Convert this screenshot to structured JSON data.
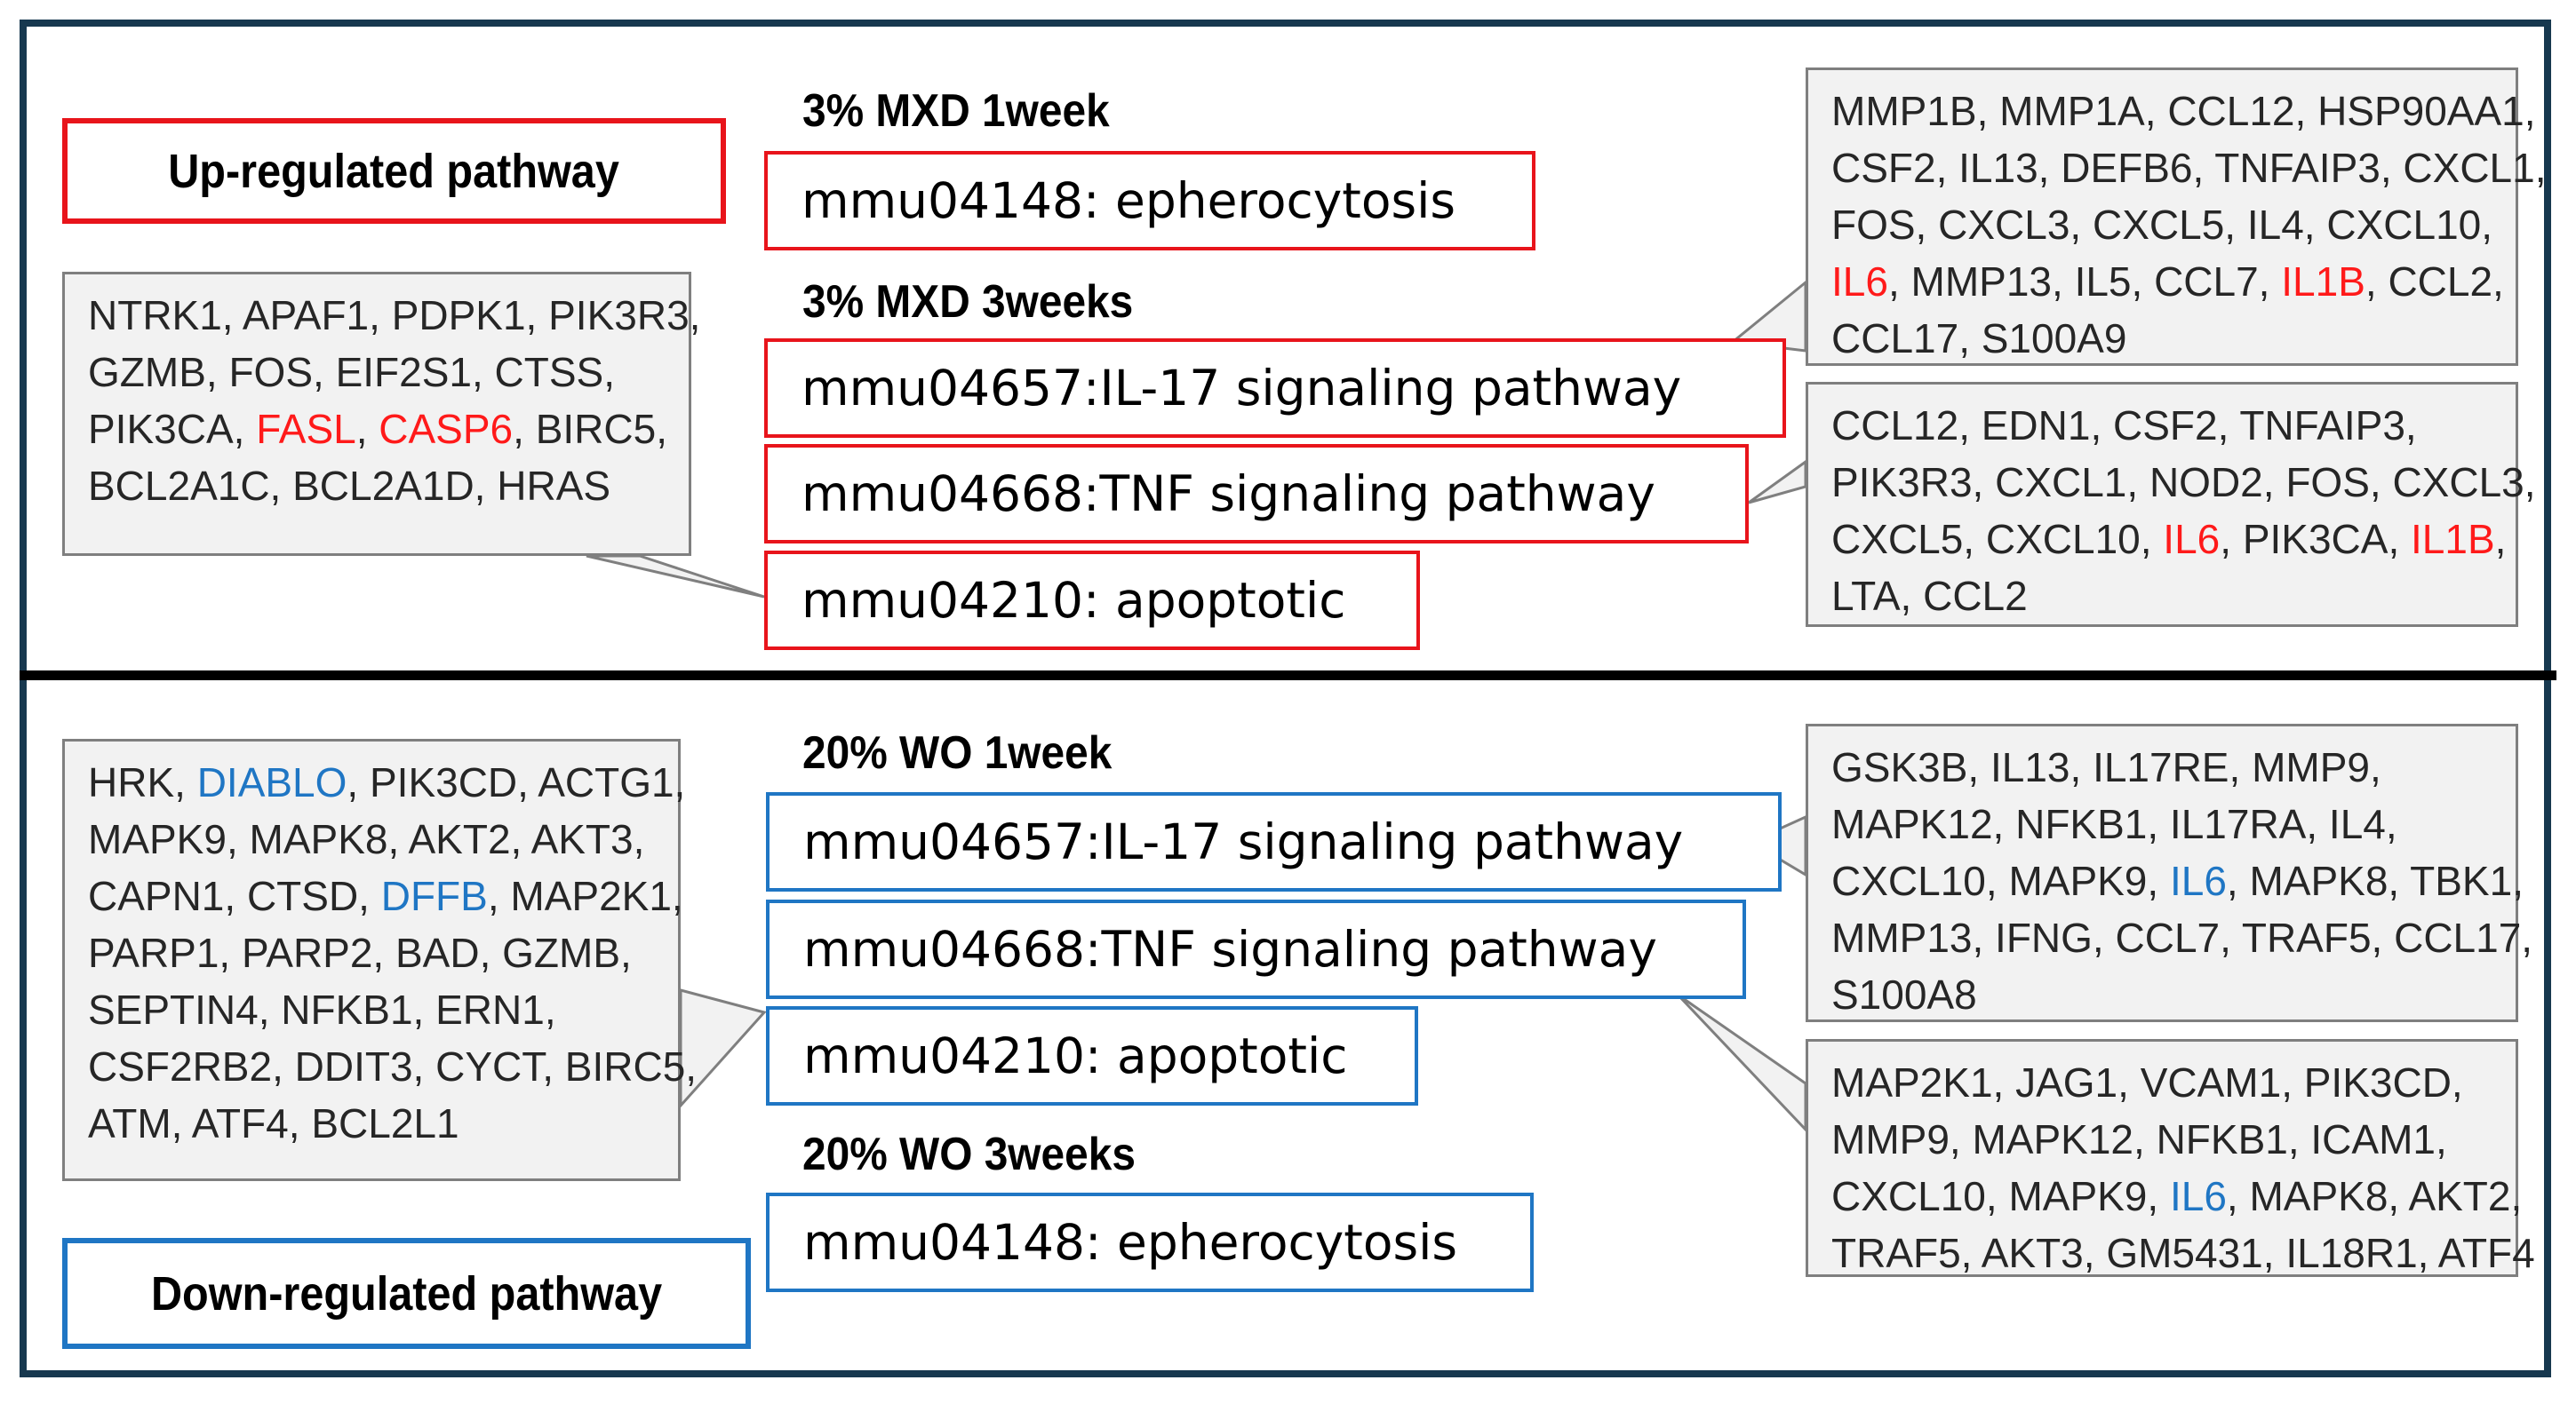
{
  "up_section": {
    "label": "Up-regulated pathway",
    "groups": [
      {
        "heading": "3% MXD 1week",
        "pathways": [
          "mmu04148: epherocytosis"
        ]
      },
      {
        "heading": "3% MXD 3weeks",
        "pathways": [
          "mmu04657:IL-17 signaling pathway",
          "mmu04668:TNF signaling pathway",
          "mmu04210: apoptotic"
        ]
      }
    ],
    "gene_lists": {
      "apoptotic": [
        [
          "NTRK1, ",
          "APAF1, ",
          "PDPK1, ",
          "PIK3R3,"
        ],
        [
          "GZMB, ",
          "FOS, ",
          "EIF2S1, ",
          "CTSS,"
        ],
        [
          "PIK3CA, ",
          "FASL",
          ", ",
          "CASP6",
          ", ",
          "BIRC5,"
        ],
        [
          "BCL2A1C, ",
          "BCL2A1D, ",
          "HRAS"
        ]
      ],
      "il17": [
        [
          "MMP1B, ",
          "MMP1A, ",
          "CCL12, ",
          "HSP90AA1,"
        ],
        [
          "CSF2, ",
          "IL13, ",
          "DEFB6, ",
          "TNFAIP3, ",
          "CXCL1,"
        ],
        [
          "FOS, ",
          "CXCL3, ",
          "CXCL5, ",
          "IL4, ",
          "CXCL10,"
        ],
        [
          "IL6",
          ", ",
          "MMP13, ",
          "IL5, ",
          "CCL7, ",
          "IL1B",
          ", ",
          "CCL2,"
        ],
        [
          "CCL17, ",
          "S100A9"
        ]
      ],
      "tnf": [
        [
          "CCL12, ",
          "EDN1, ",
          "CSF2, ",
          "TNFAIP3,"
        ],
        [
          "PIK3R3, ",
          "CXCL1, ",
          "NOD2, ",
          "FOS, ",
          "CXCL3,"
        ],
        [
          "CXCL5, ",
          "CXCL10, ",
          "IL6",
          ", ",
          "PIK3CA, ",
          "IL1B",
          ","
        ],
        [
          "LTA, ",
          "CCL2"
        ]
      ]
    }
  },
  "down_section": {
    "label": "Down-regulated pathway",
    "groups": [
      {
        "heading": "20% WO 1week",
        "pathways": [
          "mmu04657:IL-17 signaling pathway",
          "mmu04668:TNF signaling pathway",
          "mmu04210: apoptotic"
        ]
      },
      {
        "heading": "20% WO 3weeks",
        "pathways": [
          "mmu04148: epherocytosis"
        ]
      }
    ],
    "gene_lists": {
      "apoptotic": [
        [
          "HRK, ",
          "DIABLO",
          ", ",
          "PIK3CD, ",
          "ACTG1,"
        ],
        [
          "MAPK9, ",
          "MAPK8, ",
          "AKT2, ",
          "AKT3,"
        ],
        [
          "CAPN1, ",
          "CTSD, ",
          "DFFB",
          ", ",
          "MAP2K1,"
        ],
        [
          "PARP1, ",
          "PARP2, ",
          "BAD, ",
          "GZMB,"
        ],
        [
          "SEPTIN4, ",
          "NFKB1, ",
          "ERN1,"
        ],
        [
          "CSF2RB2, ",
          "DDIT3, ",
          "CYCT, ",
          "BIRC5,"
        ],
        [
          "ATM, ",
          "ATF4, ",
          "BCL2L1"
        ]
      ],
      "il17": [
        [
          "GSK3B, ",
          "IL13, ",
          "IL17RE, ",
          "MMP9,"
        ],
        [
          "MAPK12, ",
          "NFKB1, ",
          "IL17RA, ",
          "IL4,"
        ],
        [
          "CXCL10, ",
          "MAPK9, ",
          "IL6",
          ", ",
          "MAPK8, ",
          "TBK1,"
        ],
        [
          "MMP13, ",
          "IFNG, ",
          "CCL7, ",
          "TRAF5, ",
          "CCL17,"
        ],
        [
          "S100A8"
        ]
      ],
      "tnf": [
        [
          "MAP2K1, ",
          "JAG1, ",
          "VCAM1, ",
          "PIK3CD,"
        ],
        [
          "MMP9, ",
          "MAPK12, ",
          "NFKB1, ",
          "ICAM1,"
        ],
        [
          "CXCL10, ",
          "MAPK9, ",
          "IL6",
          ", ",
          "MAPK8, ",
          "AKT2,"
        ],
        [
          "TRAF5, ",
          "AKT3, ",
          "GM5431, ",
          "IL18R1, ",
          "ATF4"
        ]
      ]
    }
  },
  "highlight": {
    "up": {
      "color": "#ff1a1a",
      "genes": [
        "FASL",
        "CASP6",
        "IL6",
        "IL1B"
      ]
    },
    "down": {
      "color": "#1f76c4",
      "genes": [
        "DIABLO",
        "DFFB",
        "IL6"
      ]
    }
  }
}
